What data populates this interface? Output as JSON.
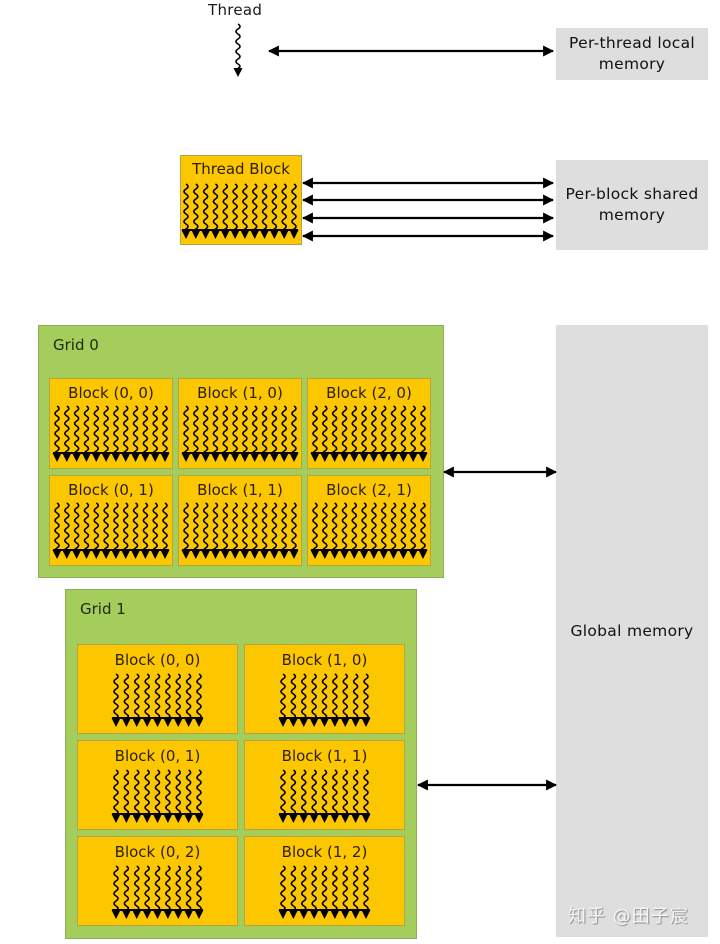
{
  "thread": {
    "label": "Thread"
  },
  "memories": {
    "local": {
      "line1": "Per-thread local",
      "line2": "memory"
    },
    "shared": {
      "line1": "Per-block shared",
      "line2": "memory"
    },
    "global": {
      "label": "Global memory"
    }
  },
  "thread_block": {
    "label": "Thread Block"
  },
  "grids": [
    {
      "label": "Grid 0",
      "blocks": [
        {
          "label": "Block (0, 0)"
        },
        {
          "label": "Block (1, 0)"
        },
        {
          "label": "Block (2, 0)"
        },
        {
          "label": "Block (0, 1)"
        },
        {
          "label": "Block (1, 1)"
        },
        {
          "label": "Block (2, 1)"
        }
      ]
    },
    {
      "label": "Grid 1",
      "blocks": [
        {
          "label": "Block (0, 0)"
        },
        {
          "label": "Block (1, 0)"
        },
        {
          "label": "Block (0, 1)"
        },
        {
          "label": "Block (1, 1)"
        },
        {
          "label": "Block (0, 2)"
        },
        {
          "label": "Block (1, 2)"
        }
      ]
    }
  ],
  "watermark": {
    "text": "知乎 @田子宸"
  },
  "colors": {
    "block_fill": "#fdc700",
    "grid_fill": "#a5cd5c",
    "memory_fill": "#dedede",
    "arrow": "#000000"
  }
}
